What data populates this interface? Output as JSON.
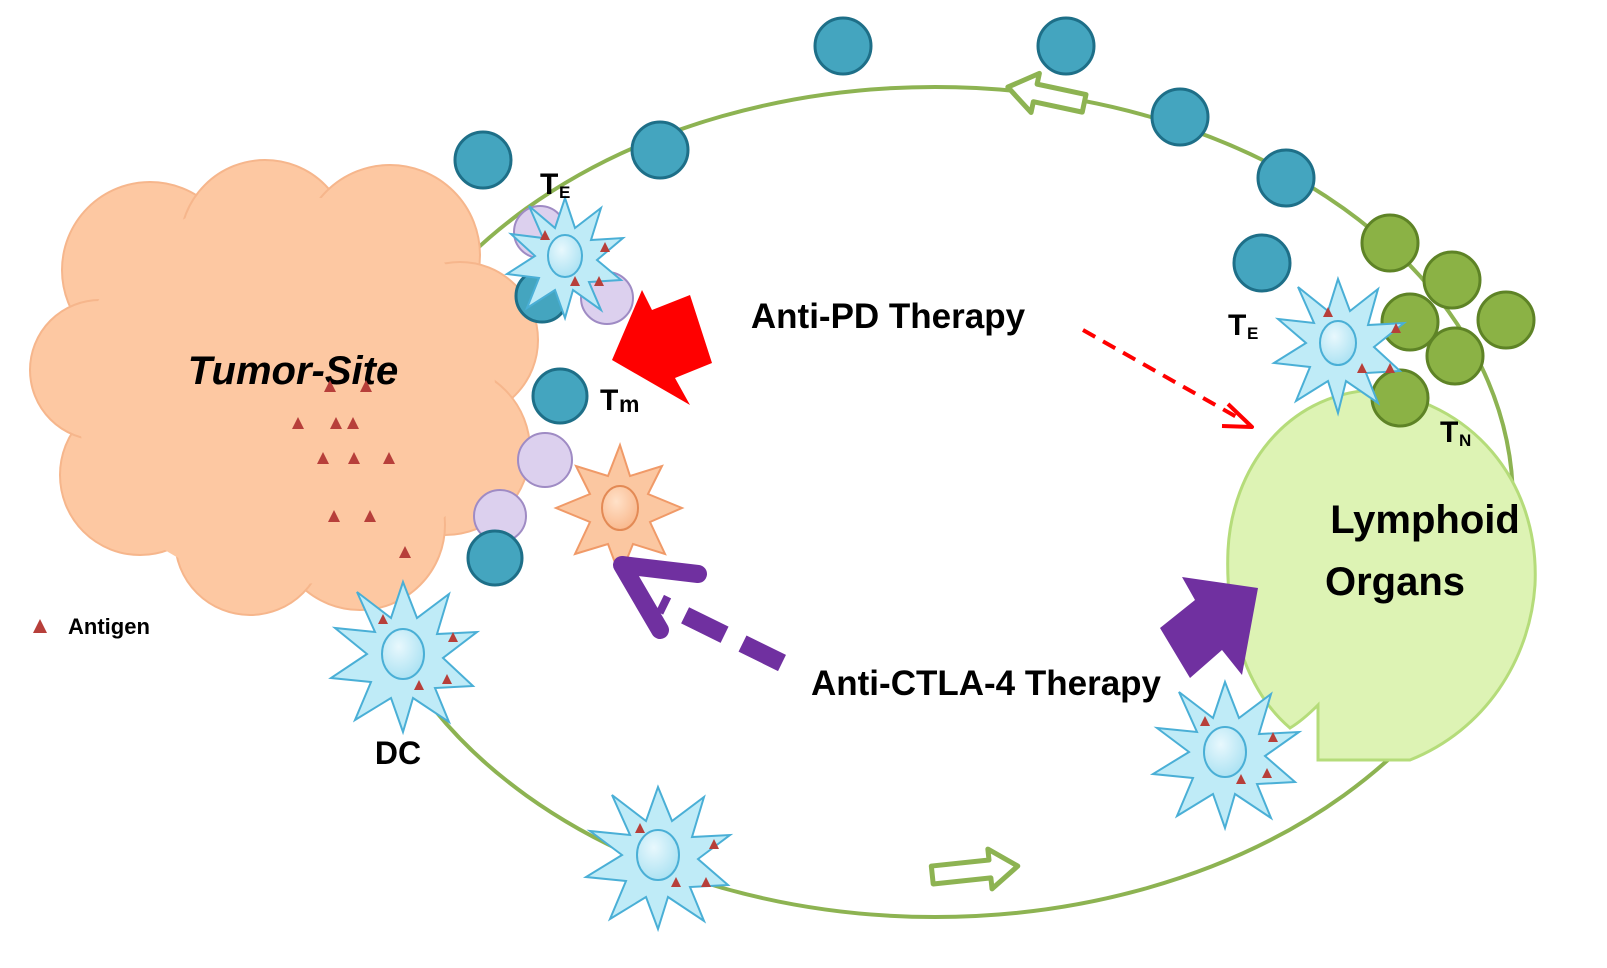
{
  "labels": {
    "tumor_site": "Tumor-Site",
    "lymphoid_line1": "Lymphoid",
    "lymphoid_line2": "Organs",
    "anti_pd": "Anti-PD Therapy",
    "anti_ctla4": "Anti-CTLA-4 Therapy",
    "dc": "DC",
    "antigen_legend": "Antigen",
    "te_main": "T",
    "te_sub": "E",
    "tm_main": "T",
    "tm_sub": "m",
    "tn_main": "T",
    "tn_sub": "N"
  },
  "colors": {
    "tumor_fill": "#FDC8A2",
    "tumor_stroke": "#F4A77A",
    "circuit": "#8DB352",
    "lymphoid_fill": "#DDF3B4",
    "lymphoid_stroke": "#B5DC7A",
    "effector_cell": "#44A5BF",
    "effector_stroke": "#1E6F88",
    "naive_cell": "#8BB245",
    "naive_stroke": "#5E8326",
    "lavender_cell": "#DCD0EE",
    "lavender_stroke": "#9F8BC4",
    "dc_fill": "#BFEBF7",
    "dc_stroke": "#4AAFD6",
    "antigen": "#B73F3A",
    "anti_pd": "#FF0000",
    "anti_ctla4": "#7030A0",
    "tumor_text": "#7030A0"
  }
}
